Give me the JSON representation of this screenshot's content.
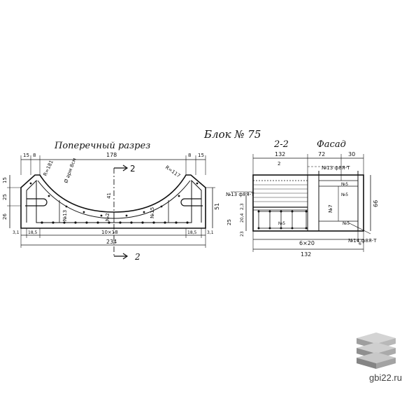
{
  "drawing": {
    "title": "Блок № 75",
    "left_view_title": "Поперечный разрез",
    "right_view_title_a": "2-2",
    "right_view_title_b": "Фасад",
    "left_dims_top": [
      "15",
      "8",
      "178",
      "8",
      "15"
    ],
    "left_dims_left": [
      "15",
      "25",
      "26"
    ],
    "left_dims_right": [
      "51"
    ],
    "left_dims_bottom": [
      "3,1",
      "18,5",
      "10×18",
      "18,5",
      "3,1"
    ],
    "left_total": "234",
    "left_labels": {
      "r_left": "R=181",
      "r_right": "R=117",
      "along_arc": "Ø арм 8см",
      "center": "41",
      "n13": "№13",
      "n2": "№2",
      "n15": "№15"
    },
    "section_mark": "2",
    "right_dims_top": [
      "132",
      "72",
      "30"
    ],
    "right_dim_half": "2",
    "right_dims_left": [
      "2,3",
      "20,4",
      "25",
      "23"
    ],
    "right_dims_right": [
      "66"
    ],
    "right_dims_bottom": [
      "6×20",
      "6"
    ],
    "right_total": "132",
    "right_labels": {
      "top_rebar": "№13 ф8Я-Т",
      "left_rebar": "№13 ф8Я-Т",
      "bottom_rebar": "№14 ф8Я-Т",
      "n5_a": "№5",
      "n5_b": "№5",
      "n5_c": "№5",
      "n5_d": "№5",
      "n7": "№7"
    }
  },
  "watermark": {
    "site": "gbi22.ru",
    "logo_icon": "stacked-slabs-icon"
  }
}
